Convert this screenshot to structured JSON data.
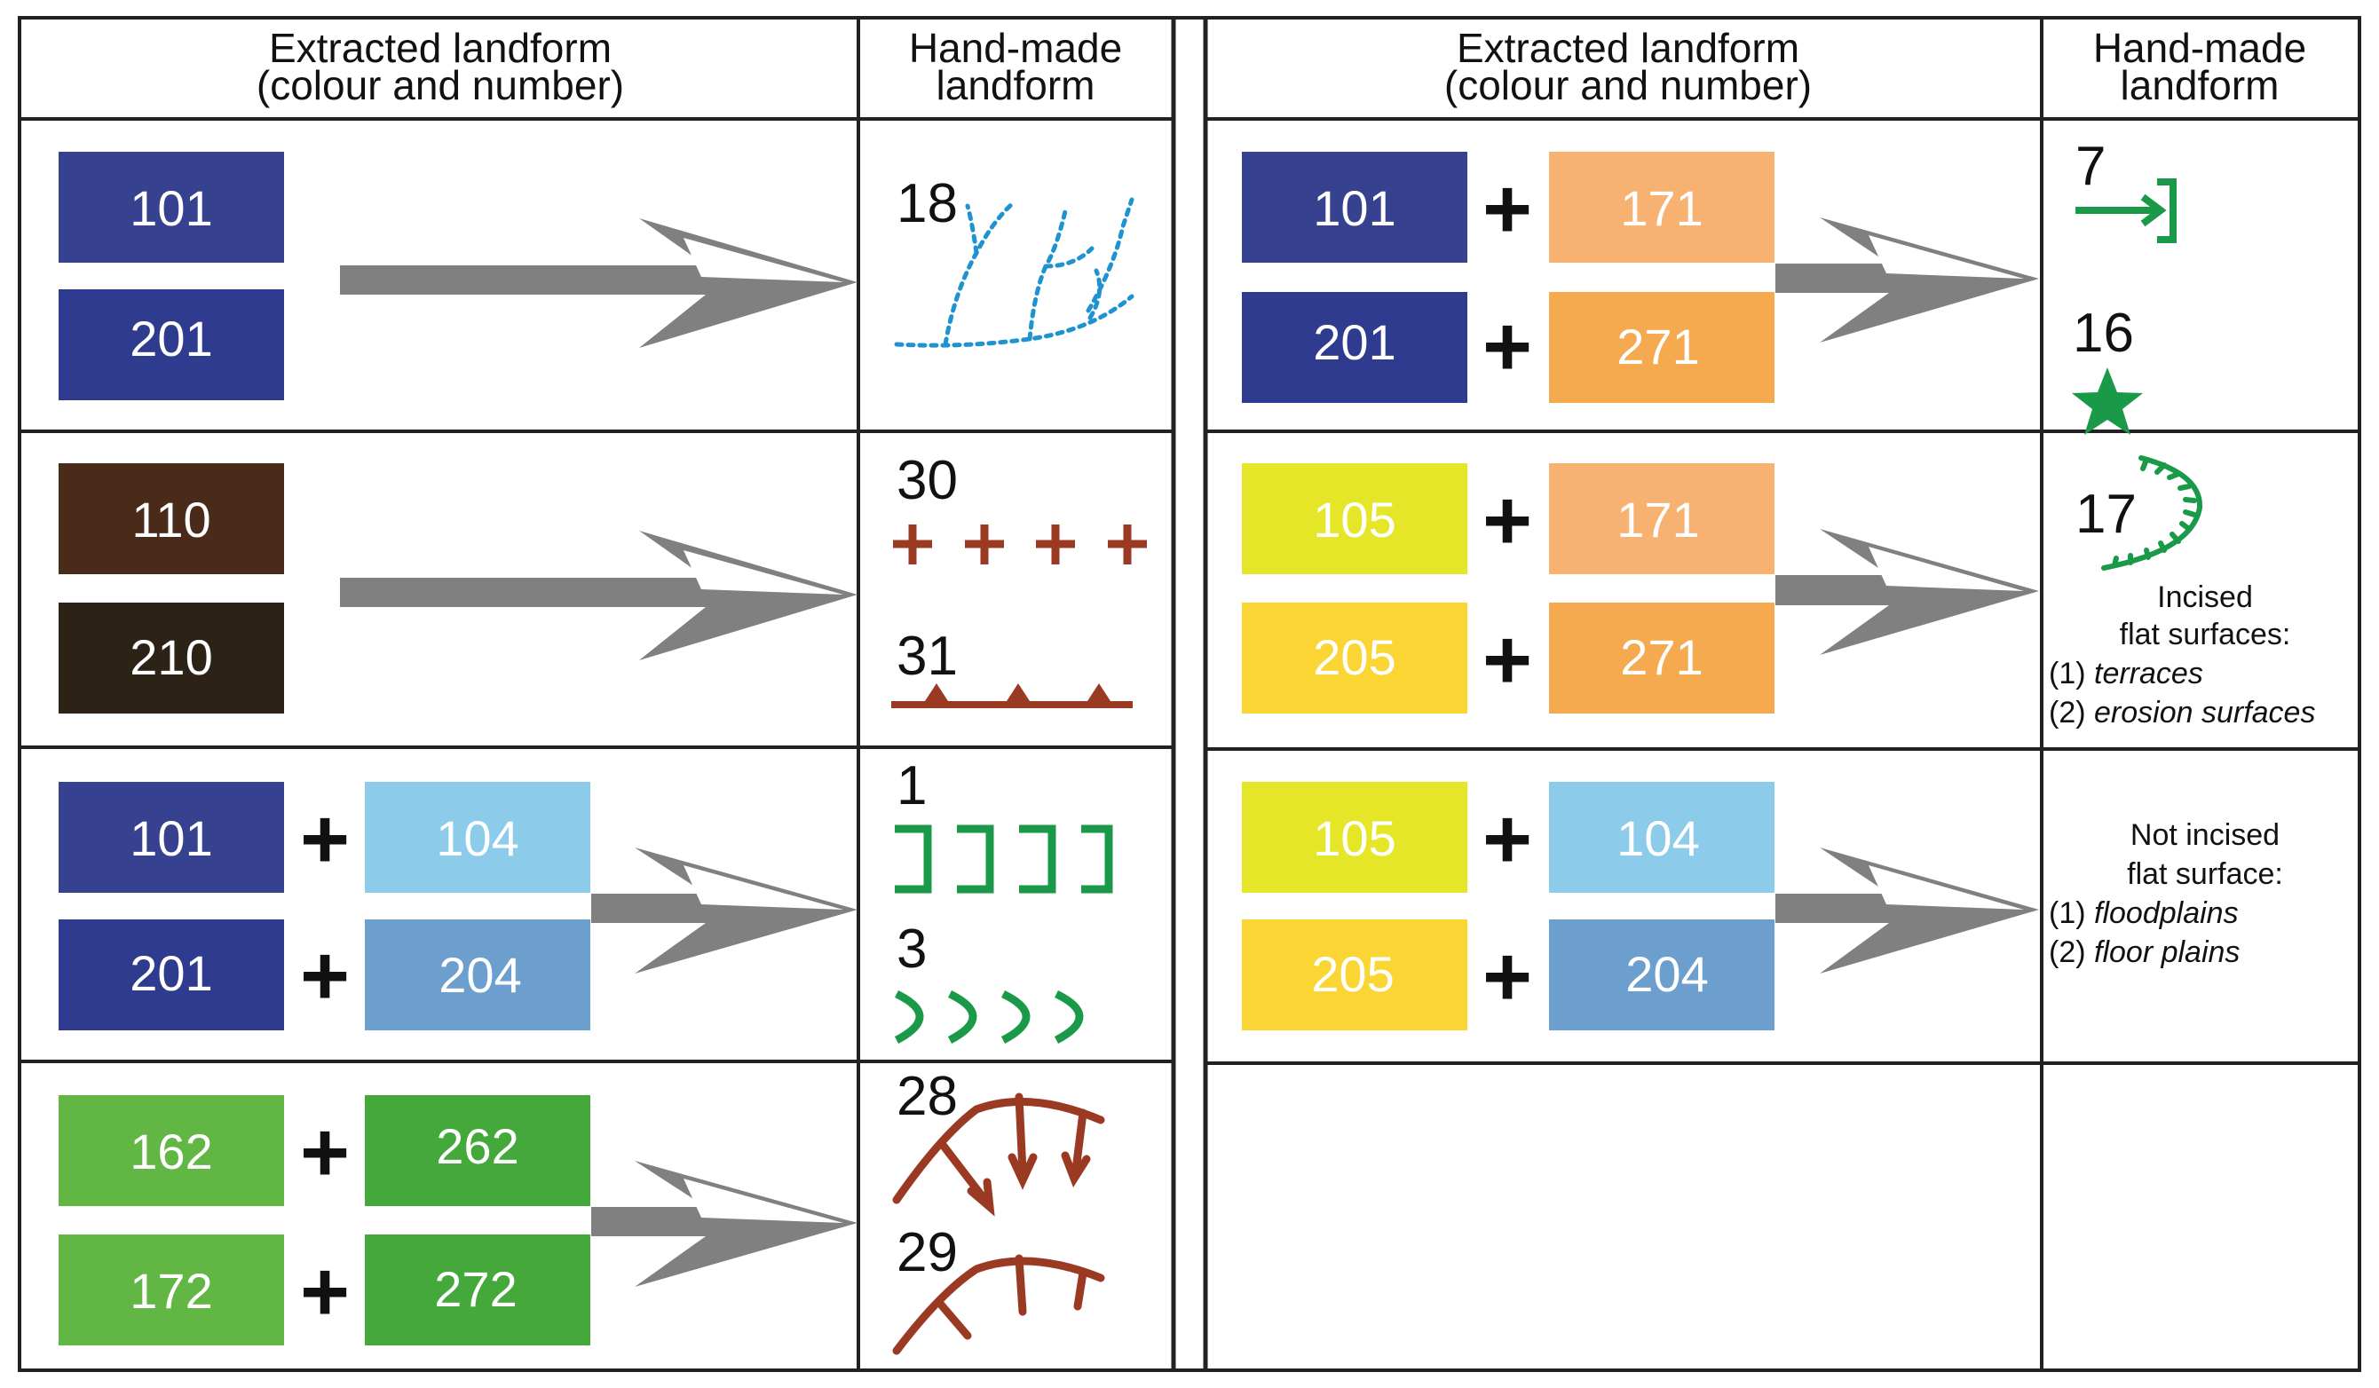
{
  "headers": {
    "extracted_line1": "Extracted landform",
    "extracted_line2": "(colour and number)",
    "handmade_line1": "Hand-made",
    "handmade_line2": "landform"
  },
  "colors": {
    "blue_dark": "#2e3b8f",
    "blue_mid": "#36418f",
    "brown": "#4a2a19",
    "brown_dark": "#2d2216",
    "light_blue": "#8ccbea",
    "steel_blue": "#6d9fce",
    "green_light": "#62b744",
    "green": "#45a83a",
    "yellow": "#e6e628",
    "gold": "#fad533",
    "peach": "#f7b171",
    "orange": "#f6aa50",
    "symbol_green": "#1a9a48",
    "symbol_brown": "#9b3a23",
    "symbol_blue": "#1f92d0",
    "arrow_gray": "#808080"
  },
  "left_rows": [
    {
      "a_top": "101",
      "a_bottom": "201",
      "symbols": [
        "18"
      ]
    },
    {
      "a_top": "110",
      "a_bottom": "210",
      "symbols": [
        "30",
        "31"
      ]
    },
    {
      "a_top": "101",
      "b_top": "104",
      "a_bottom": "201",
      "b_bottom": "204",
      "plus": "+",
      "symbols": [
        "1",
        "3"
      ]
    },
    {
      "a_top": "162",
      "b_top": "262",
      "a_bottom": "172",
      "b_bottom": "272",
      "plus": "+",
      "symbols": [
        "28",
        "29"
      ]
    }
  ],
  "right_rows": [
    {
      "a_top": "101",
      "b_top": "171",
      "a_bottom": "201",
      "b_bottom": "271",
      "plus": "+",
      "symbols": [
        "7",
        "16"
      ]
    },
    {
      "a_top": "105",
      "b_top": "171",
      "a_bottom": "205",
      "b_bottom": "271",
      "plus": "+",
      "symbols": [
        "17"
      ],
      "note": [
        "Incised",
        "flat surfaces:",
        "(1) ",
        "terraces",
        "(2) ",
        "erosion surfaces"
      ]
    },
    {
      "a_top": "105",
      "b_top": "104",
      "a_bottom": "205",
      "b_bottom": "204",
      "plus": "+",
      "note": [
        "Not incised",
        "flat surface:",
        "(1) ",
        "floodplains",
        "(2) ",
        "floor plains"
      ]
    }
  ]
}
